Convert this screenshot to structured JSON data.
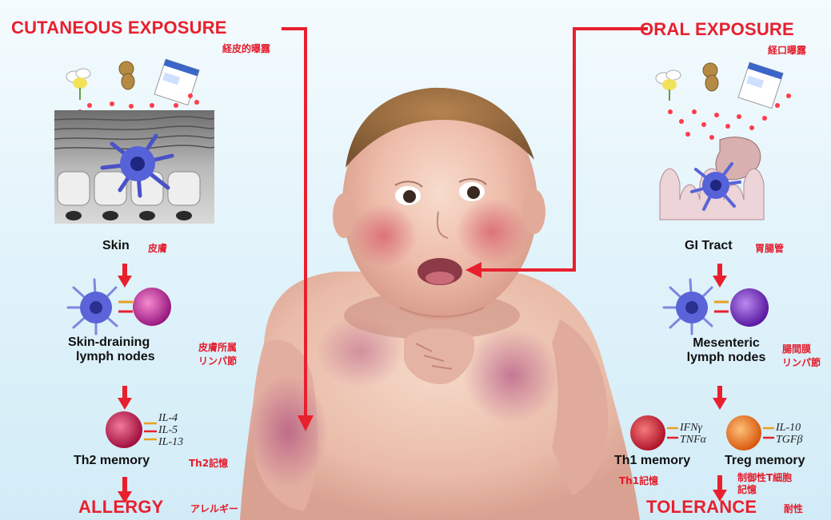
{
  "left": {
    "heading": "CUTANEOUS EXPOSURE",
    "heading_jp": "経皮的曝露",
    "skin": "Skin",
    "skin_jp": "皮膚",
    "nodes_line1": "Skin-draining",
    "nodes_line2": "lymph nodes",
    "nodes_jp1": "皮膚所属",
    "nodes_jp2": "リンパ節",
    "cytokines": [
      "IL-4",
      "IL-5",
      "IL-13"
    ],
    "memory": "Th2 memory",
    "memory_jp": "Th2記憶",
    "outcome": "ALLERGY",
    "outcome_jp": "アレルギー"
  },
  "right": {
    "heading": "ORAL EXPOSURE",
    "heading_jp": "経口曝露",
    "gi": "GI Tract",
    "gi_jp": "胃腸管",
    "nodes_line1": "Mesenteric",
    "nodes_line2": "lymph nodes",
    "nodes_jp1": "腸間膜",
    "nodes_jp2": "リンパ節",
    "th1_cytokines": [
      "IFNγ",
      "TNFα"
    ],
    "treg_cytokines": [
      "IL-10",
      "TGFβ"
    ],
    "th1_memory": "Th1 memory",
    "treg_memory": "Treg memory",
    "th1_jp": "Th1記憶",
    "treg_jp1": "制御性T細胞",
    "treg_jp2": "記憶",
    "outcome": "TOLERANCE",
    "outcome_jp": "耐性"
  },
  "colors": {
    "arrow_red": "#e8202e",
    "background": "#dff2fa",
    "dendritic_cell": "#4a52c8",
    "th2_cell": "#c8154f",
    "th1_cell": "#d8303a",
    "treg_cell": "#f08020",
    "lymph_cell": "#b0208a"
  },
  "icons": [
    "flower-pollen-icon",
    "peanut-icon",
    "milk-carton-icon",
    "dendritic-cell-icon",
    "t-cell-icon",
    "skin-layer-icon",
    "gi-villi-icon",
    "baby-photo"
  ]
}
